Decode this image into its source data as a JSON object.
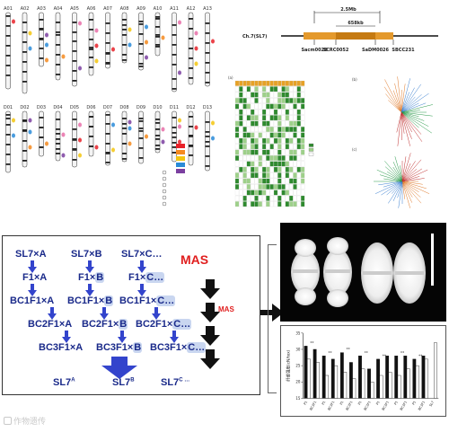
{
  "chromosome_map": {
    "top_labels": [
      "A01",
      "A02",
      "A03",
      "A04",
      "A05",
      "A06",
      "A07",
      "A08",
      "A09",
      "A10",
      "A11",
      "A12",
      "A13"
    ],
    "bottom_labels": [
      "D01",
      "D02",
      "D03",
      "D04",
      "D05",
      "D06",
      "D07",
      "D08",
      "D09",
      "D10",
      "D11",
      "D12",
      "D13"
    ]
  },
  "qtl_map": {
    "chromosome_label": "Ch.7(SL7)",
    "span_label": "2.5Mb",
    "subspan_label": "658kb",
    "markers": [
      "Sacm0028",
      "SCRC0052",
      "SaDM0026",
      "SBCC231"
    ]
  },
  "genotype_panel": {
    "panel_a": "(a)",
    "panel_b": "(b)",
    "panel_c": "(c)"
  },
  "scheme": {
    "parents": [
      "SL7×A",
      "SL7×B",
      "SL7×C…"
    ],
    "f1": [
      "F1×A",
      "F1×",
      "F1×"
    ],
    "bc1": [
      "BC1F1×A",
      "BC1F1×",
      "BC1F1×"
    ],
    "bc2": [
      "BC2F1×A",
      "BC2F1×",
      "BC2F1×"
    ],
    "bc3": [
      "BC3F1×A",
      "BC3F1×",
      "BC3F1×"
    ],
    "highlight_b": "B",
    "highlight_c": "C…",
    "mas_label": "MAS",
    "result_a": "SL7",
    "result_b": "SL7",
    "result_c": "SL7",
    "sup_a": "A",
    "sup_b": "B",
    "sup_c": "C …"
  },
  "connector": {
    "mas_label": "MAS"
  },
  "chart_data": {
    "type": "bar",
    "ylabel": "纤维强度(cN/tex)",
    "categories": [
      "P1",
      "BC3F1",
      "P1",
      "BC3F1",
      "P1",
      "BC3F1",
      "P1",
      "BC3F1",
      "P1",
      "BC3F1",
      "P1",
      "BC3F1",
      "P1",
      "BC3F1",
      "SL7"
    ],
    "series": [
      {
        "name": "",
        "color": "#111111",
        "values": [
          31,
          30,
          28,
          27,
          29,
          26,
          28,
          24,
          27,
          28,
          28,
          28,
          27,
          28,
          0
        ]
      },
      {
        "name": "",
        "color": "#ffffff",
        "values": [
          27,
          26,
          22,
          25,
          23,
          21,
          24,
          20,
          22,
          23,
          22,
          24,
          25,
          27,
          32
        ]
      }
    ],
    "ylim": [
      15,
      35
    ],
    "annotations": [
      "**",
      "**",
      "**",
      "**",
      "**",
      "**",
      "**"
    ]
  },
  "watermark": {
    "text": "作物遗传"
  }
}
